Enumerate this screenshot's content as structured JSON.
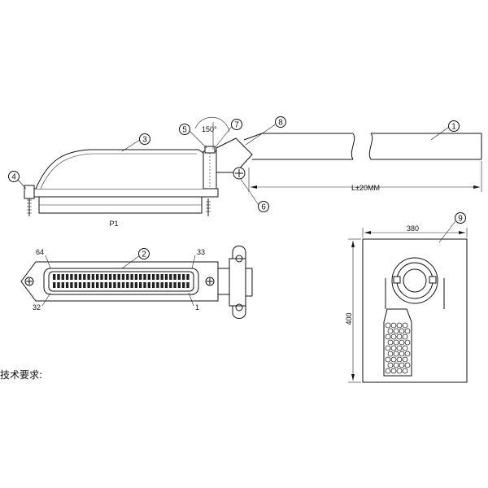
{
  "balloons": {
    "b1": "1",
    "b2": "2",
    "b3": "3",
    "b4": "4",
    "b5": "5",
    "b6": "6",
    "b7": "7",
    "b8": "8",
    "b9": "9"
  },
  "labels": {
    "angle": "150°",
    "length": "L±20MM",
    "part": "P1",
    "pin64": "64",
    "pin33": "33",
    "pin32": "32",
    "pin1": "1",
    "width380": "380",
    "height400": "400"
  },
  "notes": {
    "tech_requirements": "技术要求:"
  }
}
